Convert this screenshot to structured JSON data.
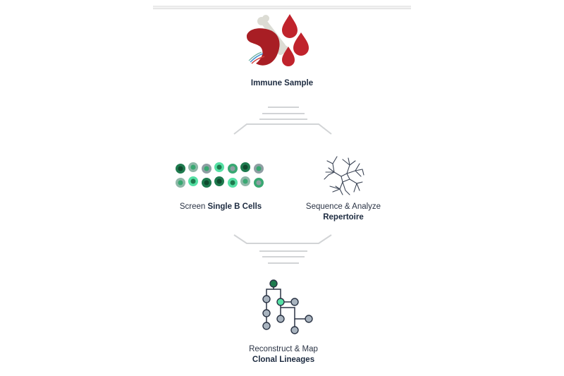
{
  "steps": {
    "immune_sample": {
      "title": "Immune Sample",
      "icon": "blood-bone-spleen-icon"
    },
    "screen": {
      "prefix": "Screen",
      "bold": "Single B Cells",
      "icon": "cell-grid-icon"
    },
    "sequence": {
      "line1": "Sequence & Analyze",
      "bold": "Repertoire",
      "icon": "phylogenetic-tree-radial-icon"
    },
    "reconstruct": {
      "line1": "Reconstruct & Map",
      "bold": "Clonal Lineages",
      "icon": "lineage-tree-icon"
    }
  },
  "colors": {
    "blood_red": "#c0232c",
    "spleen_red": "#a81e24",
    "bone": "#dcdcd4",
    "cell_dark": "#1e7a4e",
    "cell_mid": "#39a872",
    "cell_bright": "#55e0a4",
    "cell_gray": "#8f9ea3",
    "connector": "#d2d4d6",
    "navy": "#1d2b40"
  }
}
